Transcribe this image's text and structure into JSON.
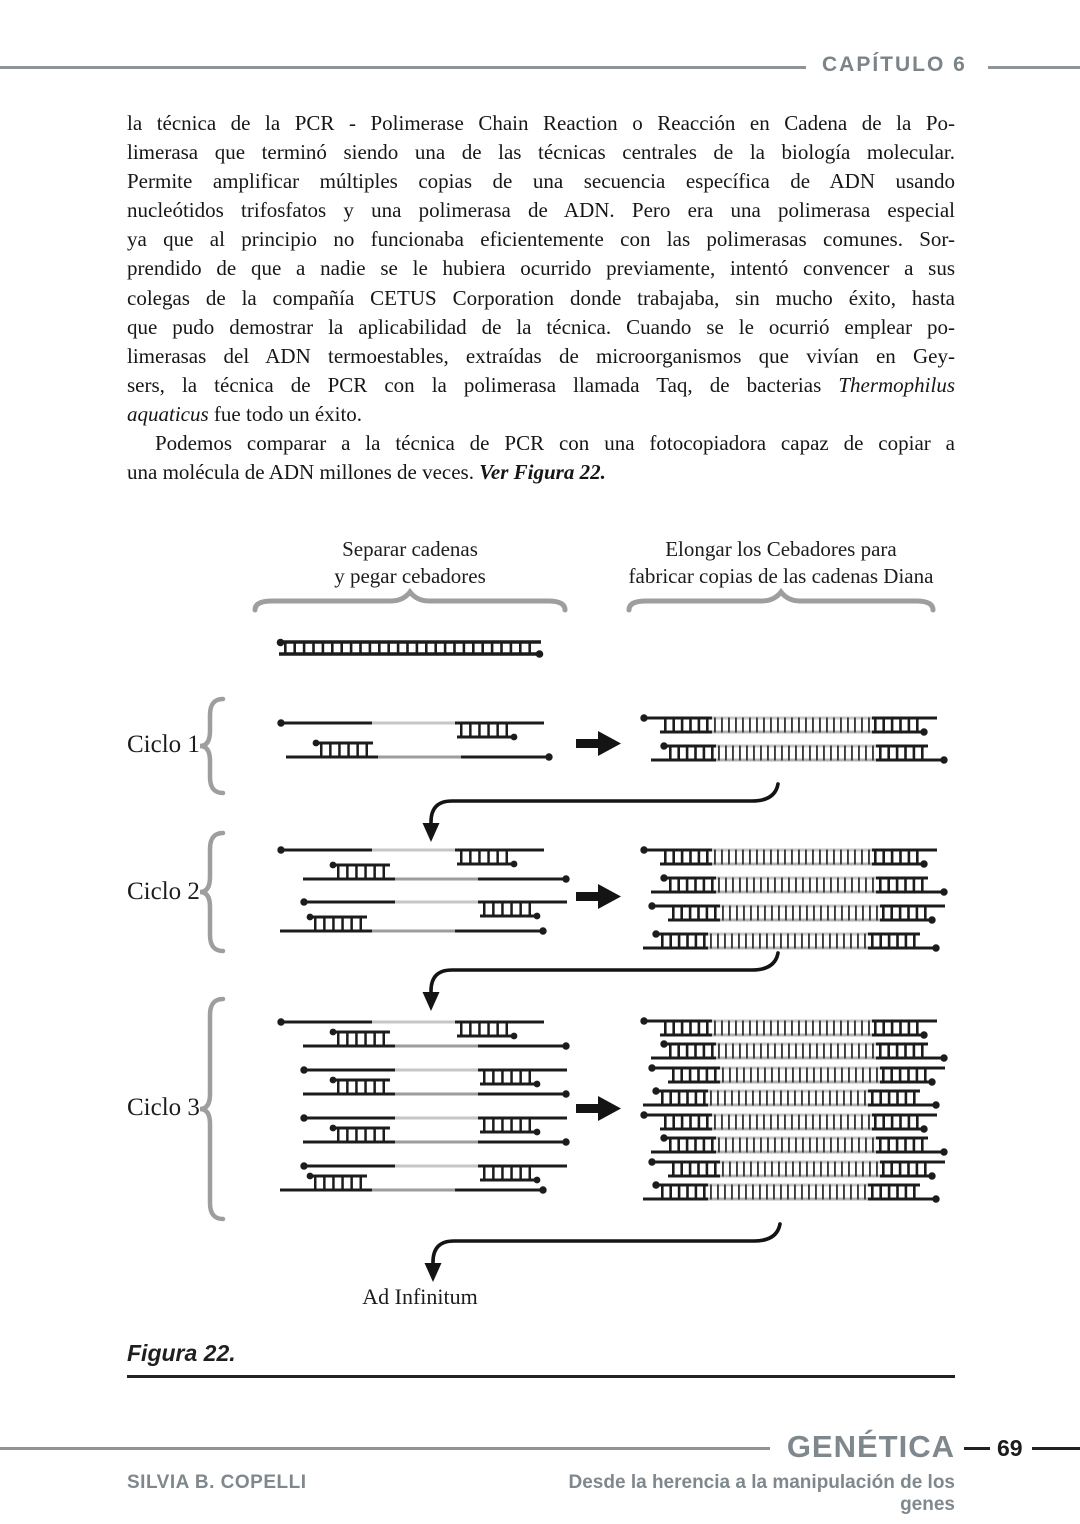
{
  "header": {
    "chapter": "CAPÍTULO 6"
  },
  "body": {
    "p1": {
      "l1": "la técnica de la PCR - Polimerase Chain Reaction o Reacción en Cadena de la Po-",
      "l2": "limerasa que terminó siendo una de las técnicas centrales de la biología molecular.",
      "l3": "Permite amplificar múltiples copias de una secuencia específica de ADN usando",
      "l4": "nucleótidos trifosfatos y una polimerasa de ADN. Pero era una polimerasa especial",
      "l5": "ya que al principio no funcionaba eficientemente con las polimerasas comunes. Sor-",
      "l6": "prendido de que a nadie se le hubiera ocurrido previamente, intentó convencer a sus",
      "l7": "colegas de la compañía CETUS Corporation donde trabajaba, sin mucho éxito, hasta",
      "l8": "que pudo demostrar la aplicabilidad de la técnica. Cuando se le ocurrió emplear po-",
      "l9": "limerasas del ADN termoestables, extraídas de microorganismos que vivían en Gey-",
      "l10_pre": "sers, la técnica de PCR con la polimerasa llamada Taq, de bacterias ",
      "l10_it": "Thermophilus",
      "l11_it": "aquaticus",
      "l11_post": " fue todo un éxito."
    },
    "p2": {
      "l1": "Podemos comparar a la técnica de PCR con una fotocopiadora capaz de copiar a",
      "l2_pre": "una molécula de ADN millones de veces. ",
      "l2_bi": "Ver Figura 22."
    }
  },
  "figure": {
    "left_step_label_1": "Separar cadenas",
    "left_step_label_2": "y pegar cebadores",
    "right_step_label_1": "Elongar los Cebadores para",
    "right_step_label_2": "fabricar copias de las cadenas Diana",
    "cycles": [
      {
        "label": "Ciclo 1",
        "templates": 2,
        "products": 2
      },
      {
        "label": "Ciclo 2",
        "templates": 4,
        "products": 4
      },
      {
        "label": "Ciclo 3",
        "templates": 8,
        "products": 8
      }
    ],
    "ad_infinitum": "Ad Infinitum",
    "caption": "Figura 22."
  },
  "footer": {
    "book_title": "GENÉTICA",
    "page_number": "69",
    "author": "SILVIA B. COPELLI",
    "subtitle": "Desde la herencia a la manipulación de los genes"
  },
  "colors": {
    "accent_gray": "#7f888d",
    "brace_gray": "#9e9e9e",
    "ink": "#1c1c1c"
  }
}
